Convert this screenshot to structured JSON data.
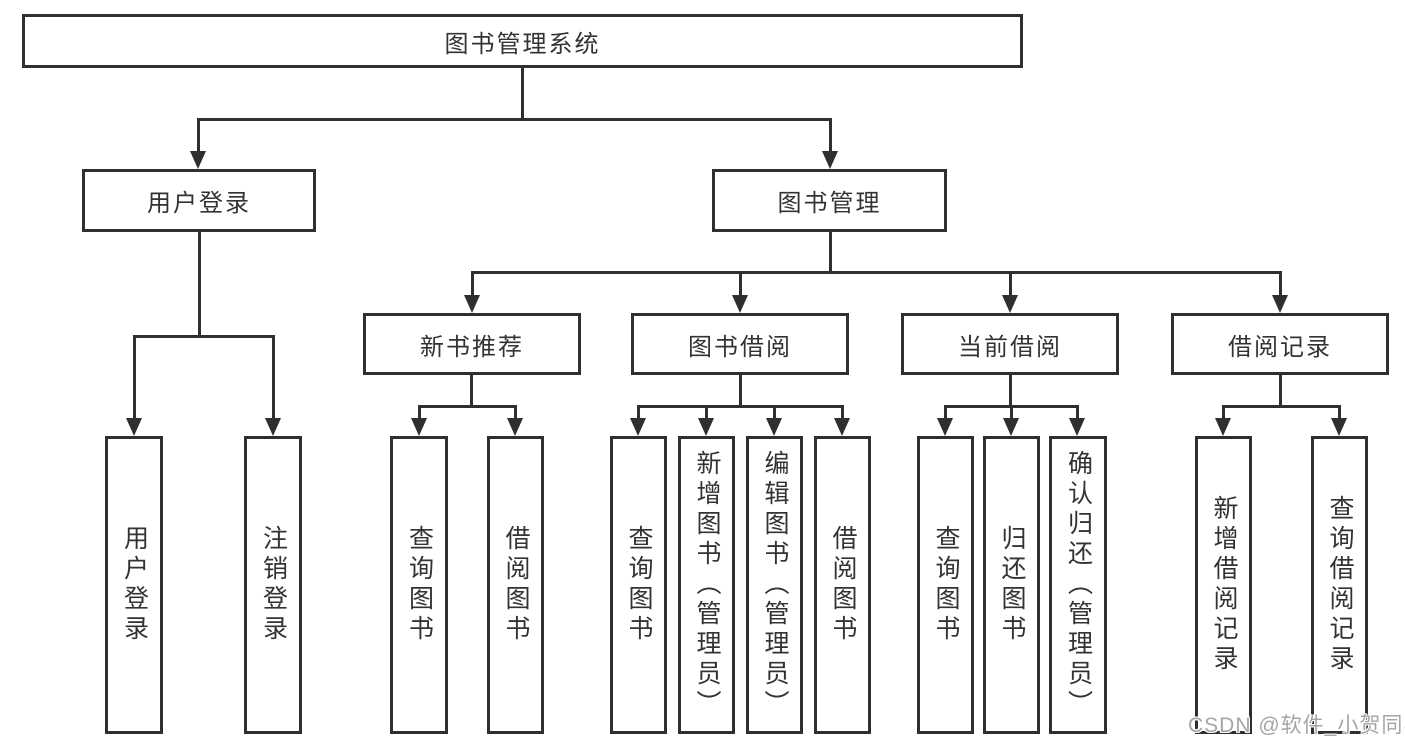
{
  "diagram": {
    "type": "hierarchy-tree",
    "orientation": "top-down"
  },
  "colors": {
    "line": "#2f2f2f",
    "box_border": "#2f2f2f",
    "text": "#333333",
    "watermark": "#a6a6a6",
    "background": "#ffffff"
  },
  "nodes": {
    "root": {
      "label": "图书管理系统"
    },
    "user_login": {
      "label": "用户登录"
    },
    "book_management": {
      "label": "图书管理"
    },
    "new_book_recommend": {
      "label": "新书推荐"
    },
    "book_borrow": {
      "label": "图书借阅"
    },
    "current_borrow": {
      "label": "当前借阅"
    },
    "borrow_records": {
      "label": "借阅记录"
    },
    "user_login_children": [
      {
        "label": "用户登录"
      },
      {
        "label": "注销登录"
      }
    ],
    "new_book_recommend_children": [
      {
        "label": "查询图书"
      },
      {
        "label": "借阅图书"
      }
    ],
    "book_borrow_children": [
      {
        "label": "查询图书"
      },
      {
        "label": "新增图书（管理员）"
      },
      {
        "label": "编辑图书（管理员）"
      },
      {
        "label": "借阅图书"
      }
    ],
    "current_borrow_children": [
      {
        "label": "查询图书"
      },
      {
        "label": "归还图书"
      },
      {
        "label": "确认归还（管理员）"
      }
    ],
    "borrow_records_children": [
      {
        "label": "新增借阅记录"
      },
      {
        "label": "查询借阅记录"
      }
    ]
  },
  "watermark": {
    "text": "CSDN @软件_小贺同学"
  }
}
